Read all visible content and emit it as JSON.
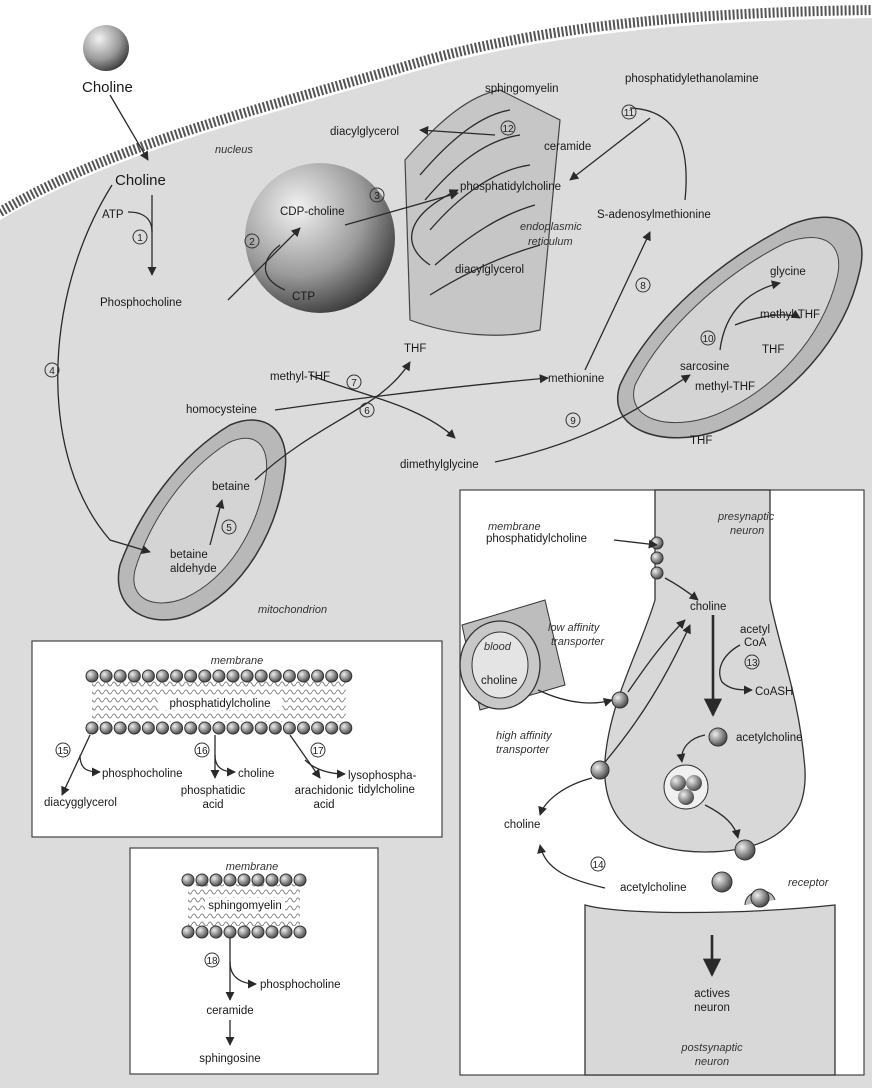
{
  "steps": {
    "s1": "1",
    "s2": "2",
    "s3": "3",
    "s4": "4",
    "s5": "5",
    "s6": "6",
    "s7": "7",
    "s8": "8",
    "s9": "9",
    "s10": "10",
    "s11": "11",
    "s12": "12",
    "s13": "13",
    "s14": "14",
    "s15": "15",
    "s16": "16",
    "s17": "17",
    "s18": "18"
  },
  "labels": {
    "choline_outside": "Choline",
    "choline_inside": "Choline",
    "atp": "ATP",
    "phosphocholine": "Phosphocholine",
    "nucleus": "nucleus",
    "cdp_choline": "CDP-choline",
    "ctp": "CTP",
    "sphingomyelin": "sphingomyelin",
    "diacylglycerol_top": "diacylglycerol",
    "ceramide": "ceramide",
    "phosphatidylcholine": "phosphatidylcholine",
    "er_line1": "endoplasmic",
    "er_line2": "reticulum",
    "diacylglycerol_er": "diacylglycerol",
    "phosphatidylethanolamine": "phosphatidylethanolamine",
    "sam": "S-adenosylmethionine",
    "thf_center": "THF",
    "methyl_thf_center": "methyl-THF",
    "homocysteine": "homocysteine",
    "methionine": "methionine",
    "dimethylglycine": "dimethylglycine",
    "glycine": "glycine",
    "methyl_thf_r1": "methyl-THF",
    "thf_r1": "THF",
    "sarcosine": "sarcosine",
    "methyl_thf_r2": "methyl-THF",
    "thf_r2": "THF",
    "betaine": "betaine",
    "betaine_aldehyde_1": "betaine",
    "betaine_aldehyde_2": "aldehyde",
    "mitochondrion": "mitochondrion"
  },
  "panel1": {
    "title": "membrane",
    "phosphatidylcholine": "phosphatidylcholine",
    "phosphocholine": "phosphocholine",
    "diacylglycerol": "diacygglycerol",
    "choline": "choline",
    "phosphatidic_1": "phosphatidic",
    "phosphatidic_2": "acid",
    "arachidonic_1": "arachidonic",
    "arachidonic_2": "acid",
    "lyso_1": "lysophospha-",
    "lyso_2": "tidylcholine"
  },
  "panel2": {
    "title": "membrane",
    "sphingomyelin": "sphingomyelin",
    "phosphocholine": "phosphocholine",
    "ceramide": "ceramide",
    "sphingosine": "sphingosine"
  },
  "neuron": {
    "membrane_pc_1": "membrane",
    "membrane_pc_2": "phosphatidylcholine",
    "presynaptic_1": "presynaptic",
    "presynaptic_2": "neuron",
    "choline_top": "choline",
    "low_affinity_1": "low affinity",
    "low_affinity_2": "transporter",
    "blood": "blood",
    "choline_blood": "choline",
    "acetyl_coa_1": "acetyl",
    "acetyl_coa_2": "CoA",
    "coash": "CoASH",
    "high_affinity_1": "high affinity",
    "high_affinity_2": "transporter",
    "acetylcholine_right": "acetylcholine",
    "choline_left": "choline",
    "acetylcholine_cleft": "acetylcholine",
    "receptor": "receptor",
    "actives_1": "actives",
    "actives_2": "neuron",
    "postsynaptic_1": "postsynaptic",
    "postsynaptic_2": "neuron"
  }
}
